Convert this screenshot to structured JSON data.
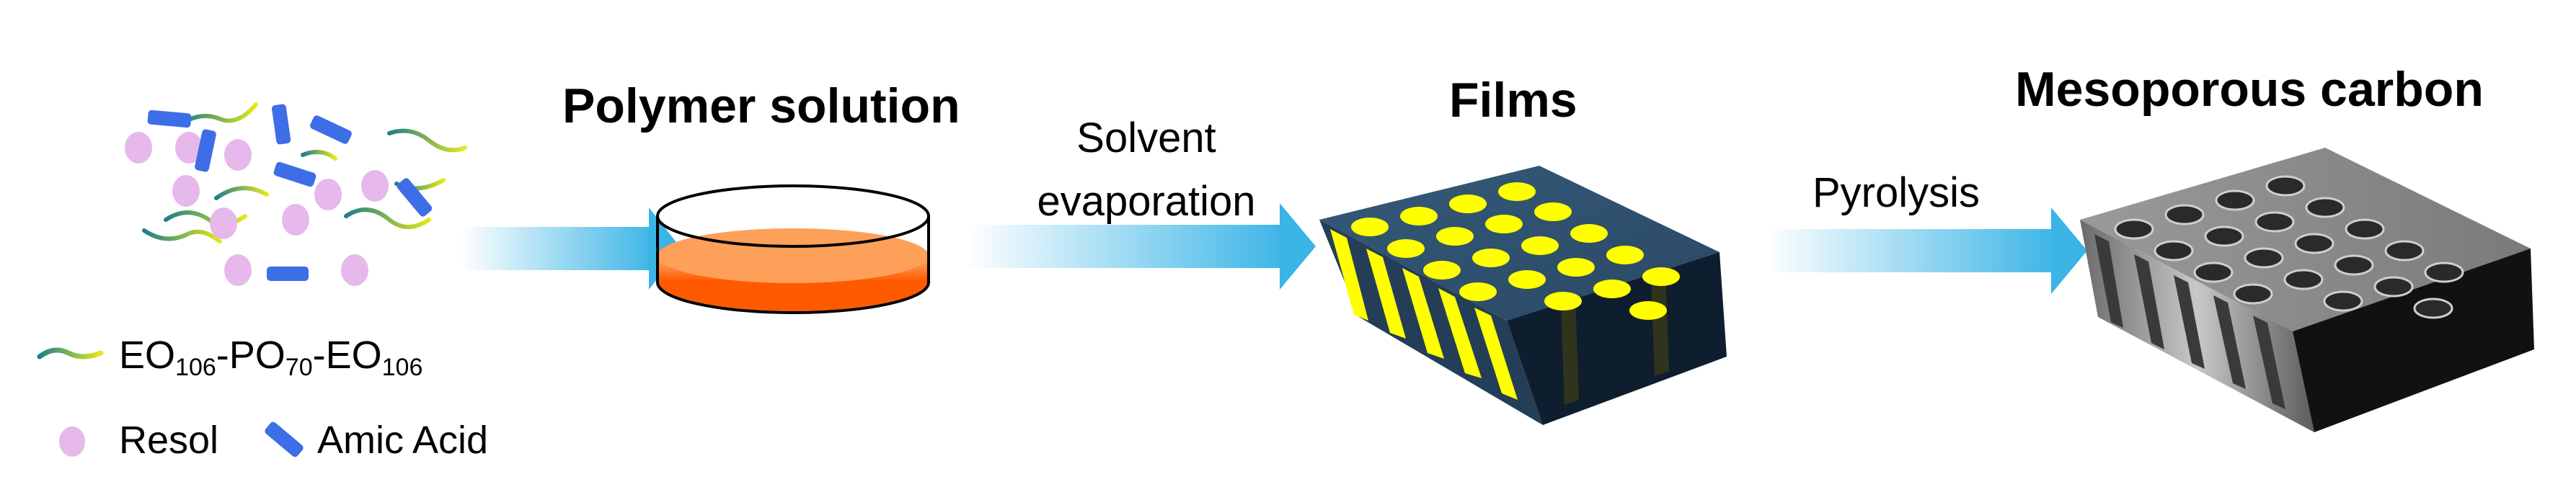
{
  "stages": {
    "polymer_solution": "Polymer solution",
    "films": "Films",
    "mesoporous_carbon": "Mesoporous carbon"
  },
  "steps": {
    "solvent_line1": "Solvent",
    "solvent_line2": "evaporation",
    "pyrolysis": "Pyrolysis"
  },
  "legend": {
    "copolymer": {
      "eo": "EO",
      "eo_sub": "106",
      "po": "-PO",
      "po_sub": "70",
      "eo2": "-EO",
      "eo2_sub": "106"
    },
    "resol": "Resol",
    "amic_acid": "Amic Acid"
  },
  "colors": {
    "resol": "#e6b8ec",
    "amic_acid": "#3d6ee8",
    "copolymer_start": "#1e7f8c",
    "copolymer_end": "#e5e81a",
    "arrow": "#3bb4e6",
    "film_body": "#2d4f6e",
    "film_pore": "#ffff00",
    "solution": "#ff6a00",
    "carbon": "#8a8a8a"
  }
}
